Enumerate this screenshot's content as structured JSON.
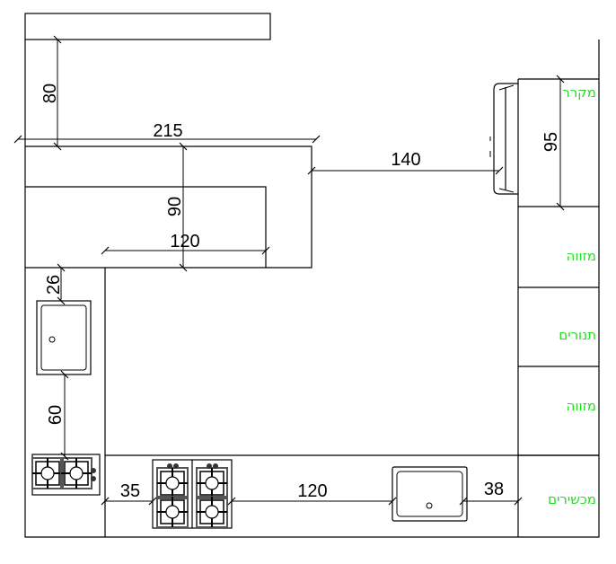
{
  "dimensions": {
    "upper_depth": "80",
    "counter_length": "215",
    "to_fridge": "140",
    "fridge_width": "95",
    "island_depth": "90",
    "island_inner": "120",
    "sink_offset": "26",
    "sink_to_hob": "60",
    "hob_offset": "35",
    "hob_to_sink": "120",
    "sink_to_wall": "38"
  },
  "labels": {
    "fridge": "מקרר",
    "pantry1": "מזווה",
    "ovens": "תנורים",
    "pantry2": "מזווה",
    "appliances": "מכשירים"
  },
  "colors": {
    "label": "#22dd22",
    "line": "#000000"
  }
}
